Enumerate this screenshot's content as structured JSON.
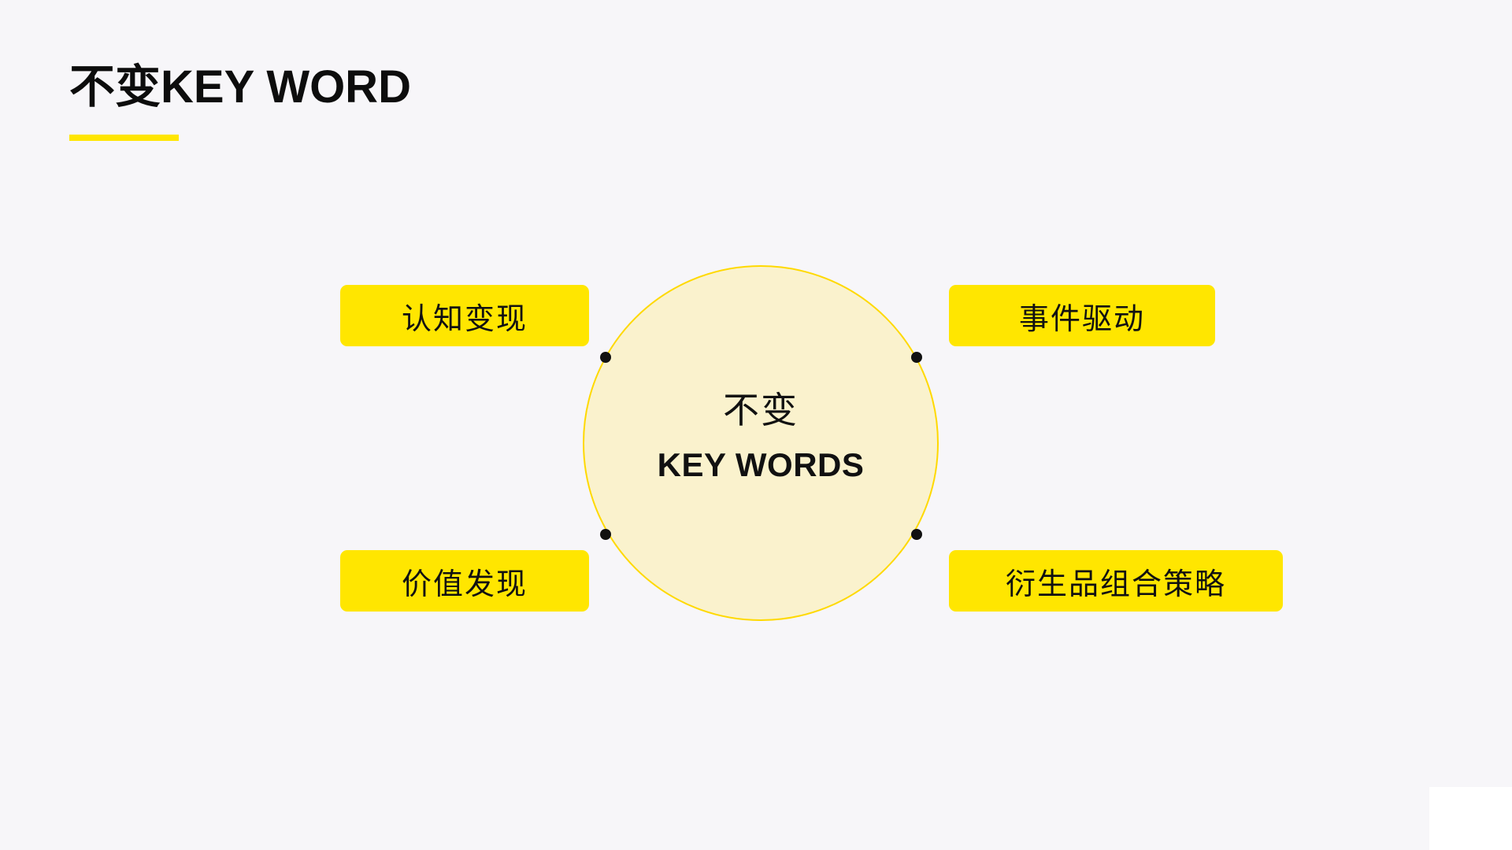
{
  "slide": {
    "background_color": "#f7f6f9",
    "accent_color": "#ffe600",
    "circle_fill_color": "#faf2cd",
    "circle_border_color": "#ffd900",
    "text_color": "#111111"
  },
  "header": {
    "title": "不变KEY WORD",
    "underline_color": "#ffe600"
  },
  "center": {
    "title_cn": "不变",
    "title_en": "KEY WORDS"
  },
  "keywords": [
    {
      "id": "cognitive-monetization",
      "label": "认知变现",
      "position": "top-left"
    },
    {
      "id": "event-driven",
      "label": "事件驱动",
      "position": "top-right"
    },
    {
      "id": "value-discovery",
      "label": "价值发现",
      "position": "bottom-left"
    },
    {
      "id": "derivative-portfolio",
      "label": "衍生品组合策略",
      "position": "bottom-right"
    }
  ],
  "nodes": [
    {
      "id": "node-top-left",
      "label": ""
    },
    {
      "id": "node-top-right",
      "label": ""
    },
    {
      "id": "node-bottom-left",
      "label": ""
    },
    {
      "id": "node-bottom-right",
      "label": ""
    }
  ]
}
